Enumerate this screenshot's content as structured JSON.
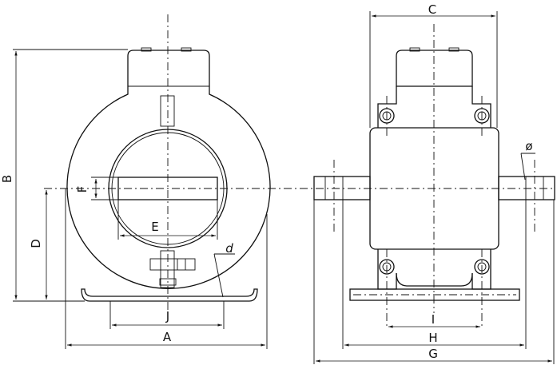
{
  "labels": {
    "A": "A",
    "B": "B",
    "C": "C",
    "D": "D",
    "E": "E",
    "F": "F",
    "G": "G",
    "H": "H",
    "I": "I",
    "J": "J",
    "d": "d",
    "phi": "ø"
  }
}
